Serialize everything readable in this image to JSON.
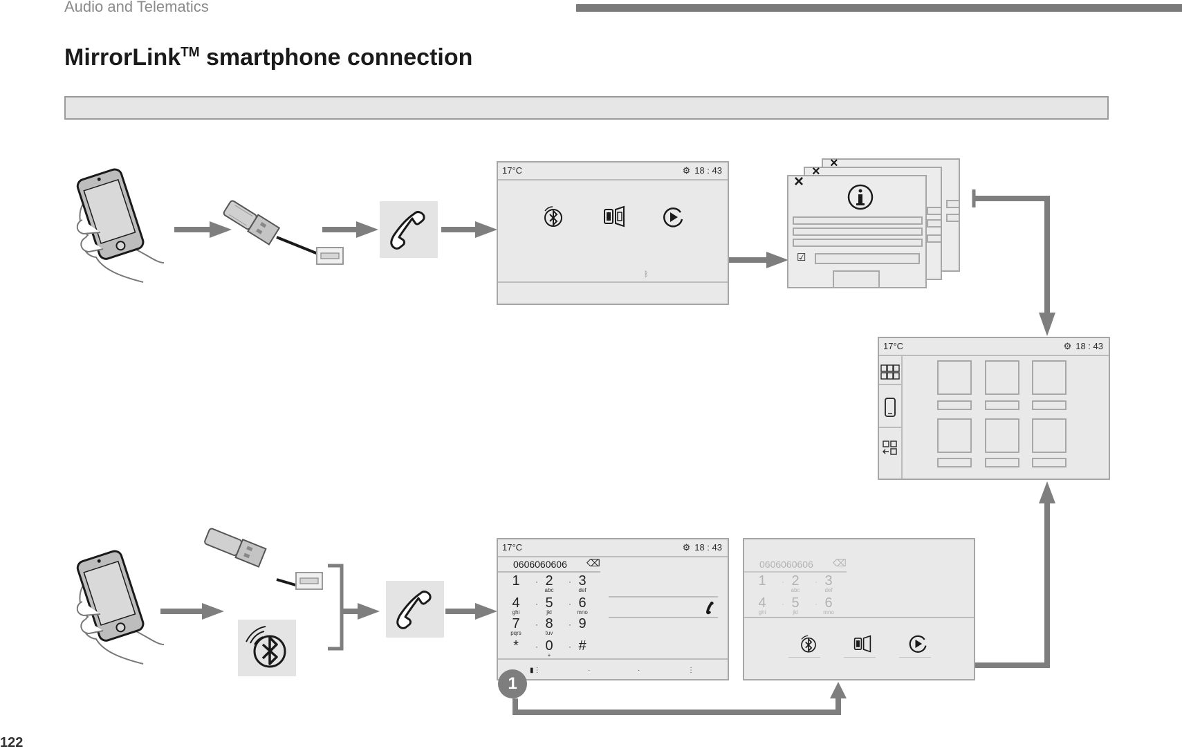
{
  "header": {
    "section": "Audio and Telematics",
    "title": "MirrorLink",
    "title_sup": "TM",
    "title_rest": " smartphone connection"
  },
  "page_number": "122",
  "screen": {
    "temperature": "17°C",
    "time": "18 : 43"
  },
  "dialer": {
    "number": "0606060606",
    "keys": [
      {
        "digit": "1",
        "letters": ""
      },
      {
        "digit": "2",
        "letters": "abc"
      },
      {
        "digit": "3",
        "letters": "def"
      },
      {
        "digit": "4",
        "letters": "ghi"
      },
      {
        "digit": "5",
        "letters": "jkl"
      },
      {
        "digit": "6",
        "letters": "mno"
      },
      {
        "digit": "7",
        "letters": "pqrs"
      },
      {
        "digit": "8",
        "letters": "tuv"
      },
      {
        "digit": "9",
        "letters": ""
      },
      {
        "digit": "*",
        "letters": ""
      },
      {
        "digit": "0",
        "letters": "+"
      },
      {
        "digit": "#",
        "letters": ""
      }
    ]
  },
  "step_badge": "1",
  "colors": {
    "arrow": "#7e7e7e",
    "screen_bg": "#e9e9e9",
    "screen_border": "#a6a6a6"
  }
}
